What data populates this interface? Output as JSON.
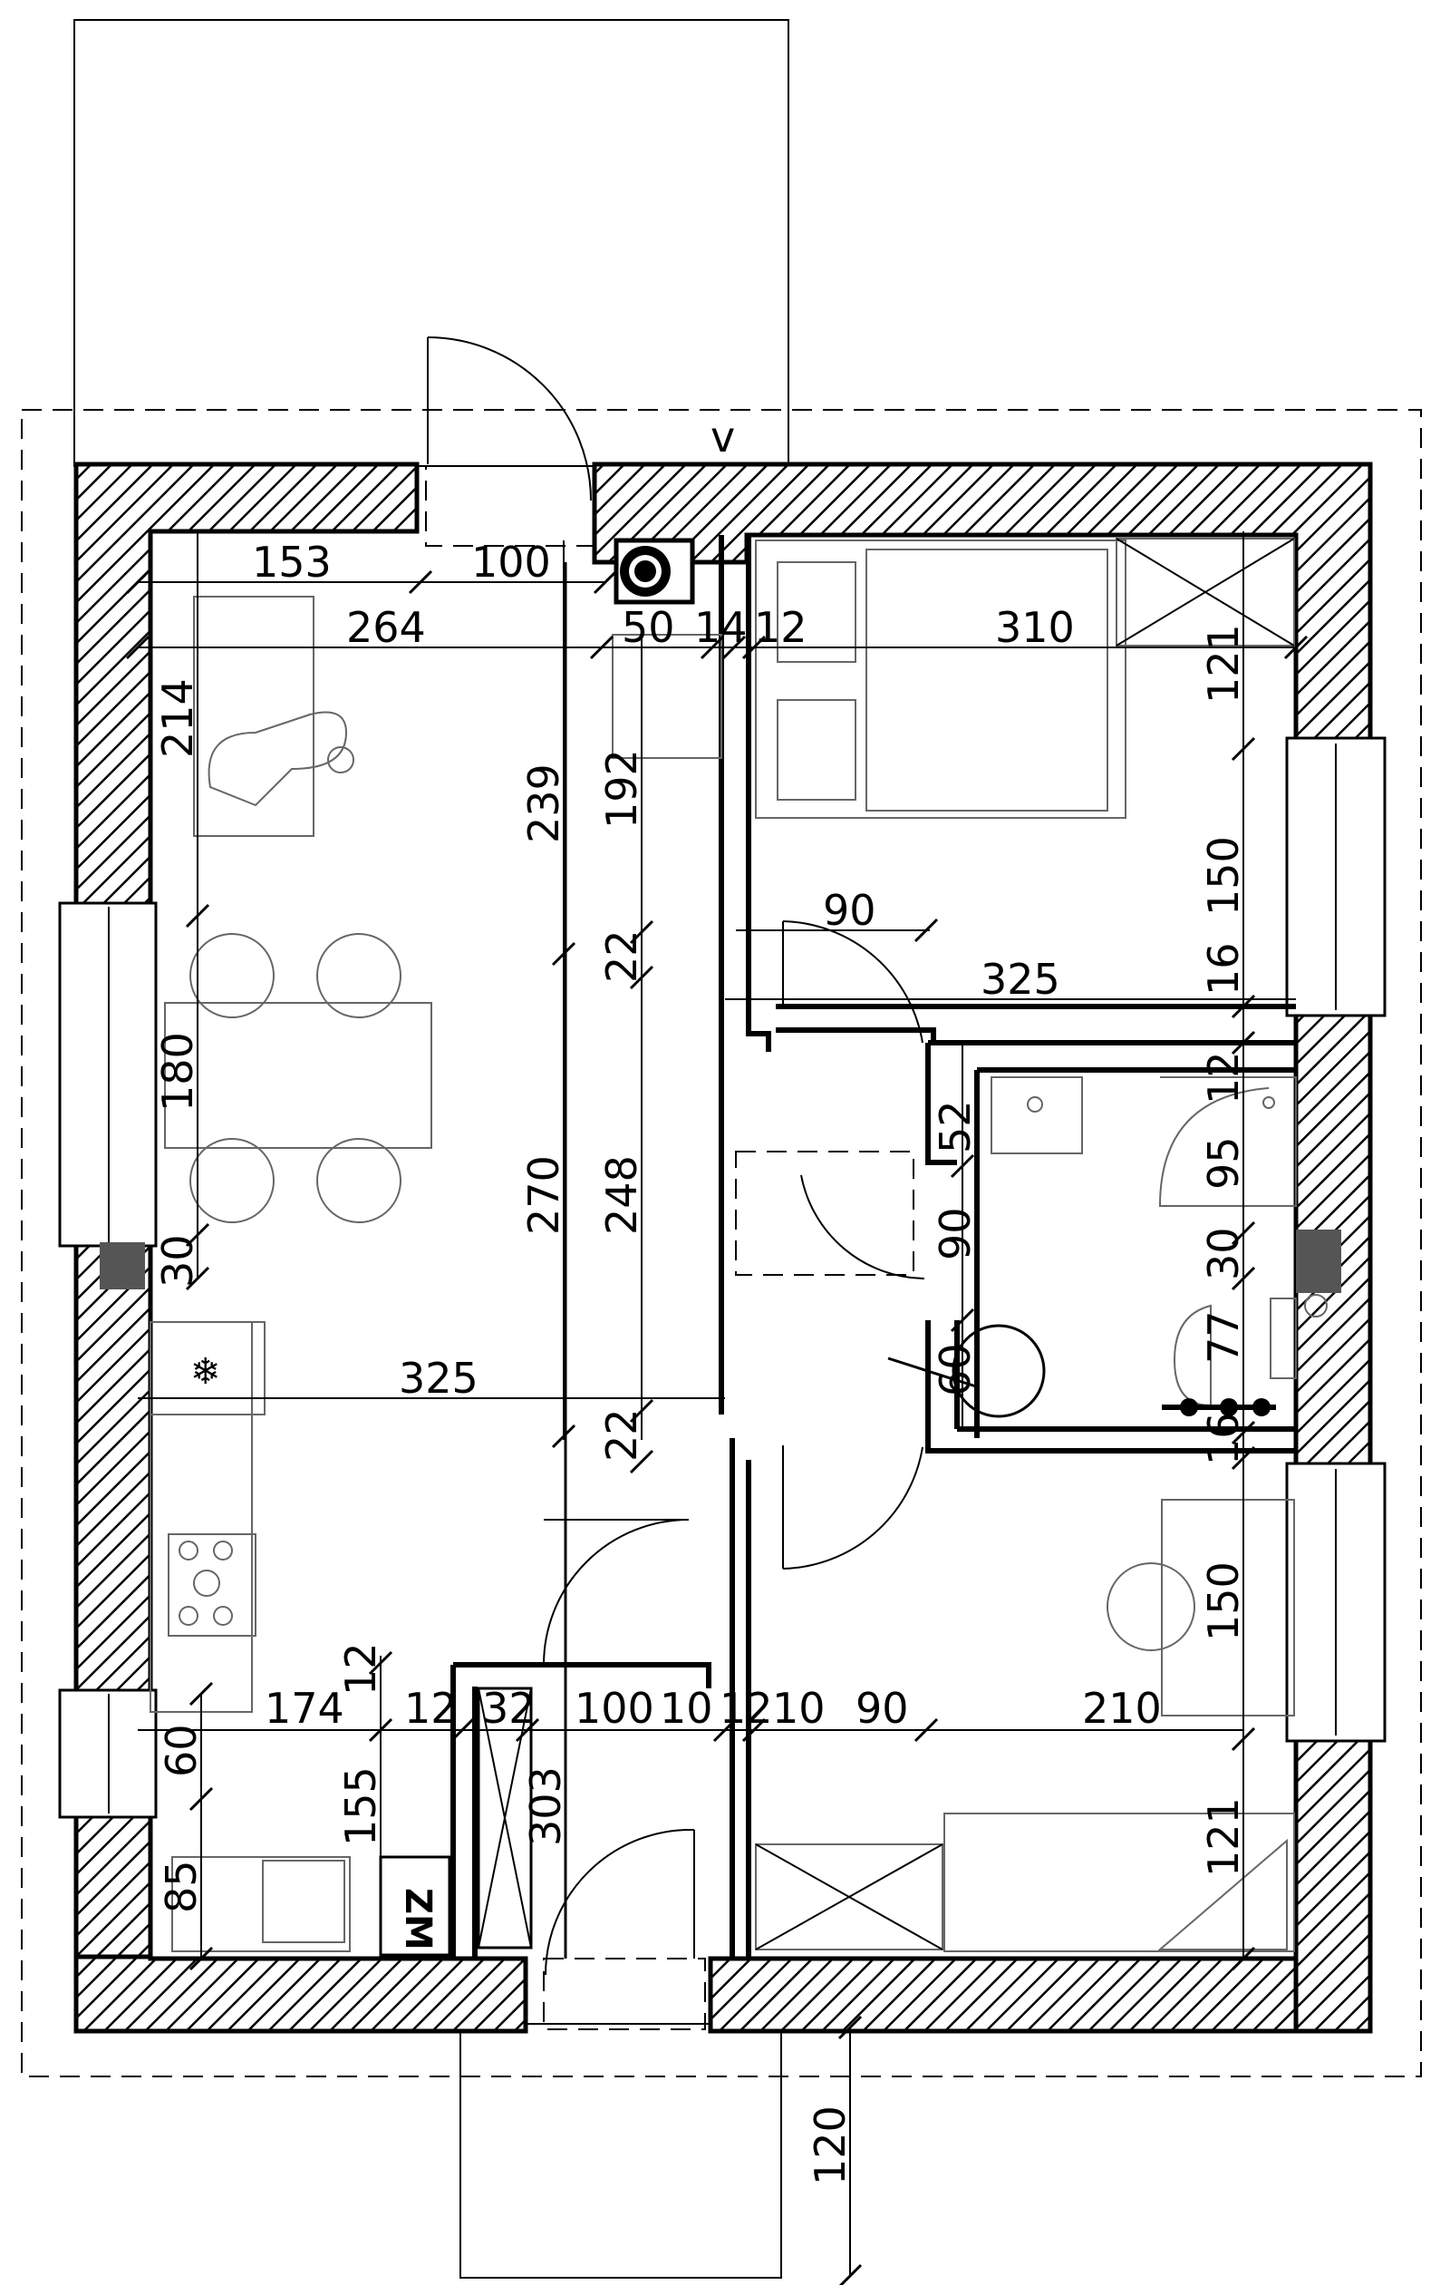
{
  "plan": {
    "zm_label": "ZM",
    "fridge_symbol": "❄",
    "north_mark": "v",
    "dimensions": {
      "top_153": "153",
      "top_100": "100",
      "top_264": "264",
      "top_50": "50",
      "top_14": "14",
      "top_12": "12",
      "top_310": "310",
      "left_214": "214",
      "col_239": "239",
      "col_192": "192",
      "mid_22a": "22",
      "mid_90": "90",
      "mid_325a": "325",
      "right_121a": "121",
      "right_150a": "150",
      "right_16a": "16",
      "right_12": "12",
      "right_95": "95",
      "right_30": "30",
      "right_77": "77",
      "right_16b": "16",
      "right_150b": "150",
      "right_121b": "121",
      "left_180": "180",
      "left_30": "30",
      "col_270": "270",
      "col_248": "248",
      "bath_52": "52",
      "bath_90": "90",
      "bath_60": "60",
      "mid_325b": "325",
      "mid_22b": "22",
      "bot_12a": "12",
      "bot_174": "174",
      "bot_12b": "12",
      "bot_32": "32",
      "bot_100": "100",
      "bot_10a": "10",
      "bot_12c": "12",
      "bot_10b": "10",
      "bot_90": "90",
      "bot_210": "210",
      "left_60": "60",
      "col_155": "155",
      "col_303": "303",
      "left_85": "85",
      "bot_120": "120"
    }
  }
}
